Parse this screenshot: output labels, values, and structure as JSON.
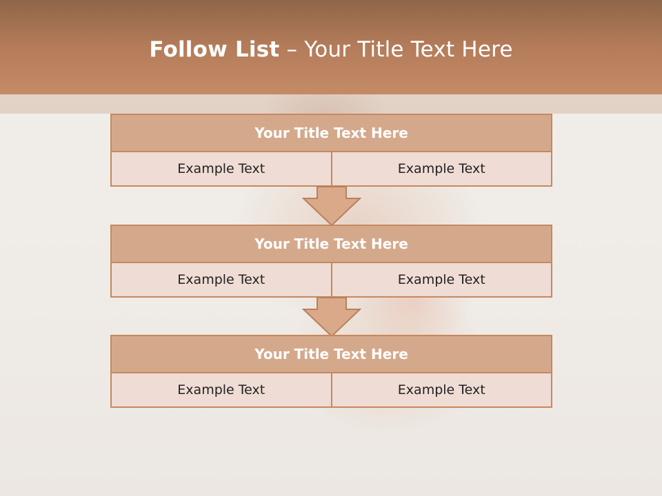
{
  "header": {
    "title_bold": "Follow List",
    "title_rest": "– Your Title Text Here"
  },
  "blocks": [
    {
      "title": "Your Title Text Here",
      "cells": [
        "Example Text",
        "Example Text"
      ]
    },
    {
      "title": "Your Title Text Here",
      "cells": [
        "Example Text",
        "Example Text"
      ]
    },
    {
      "title": "Your Title Text Here",
      "cells": [
        "Example Text",
        "Example Text"
      ]
    }
  ],
  "colors": {
    "header": "#b47c5a",
    "block_title_fill": "#d4a98b",
    "block_cell_fill": "#efdcd4",
    "border": "#c7875f",
    "arrow_fill": "#d9a98a"
  },
  "icons": [
    "down-arrow-icon",
    "down-arrow-icon"
  ]
}
